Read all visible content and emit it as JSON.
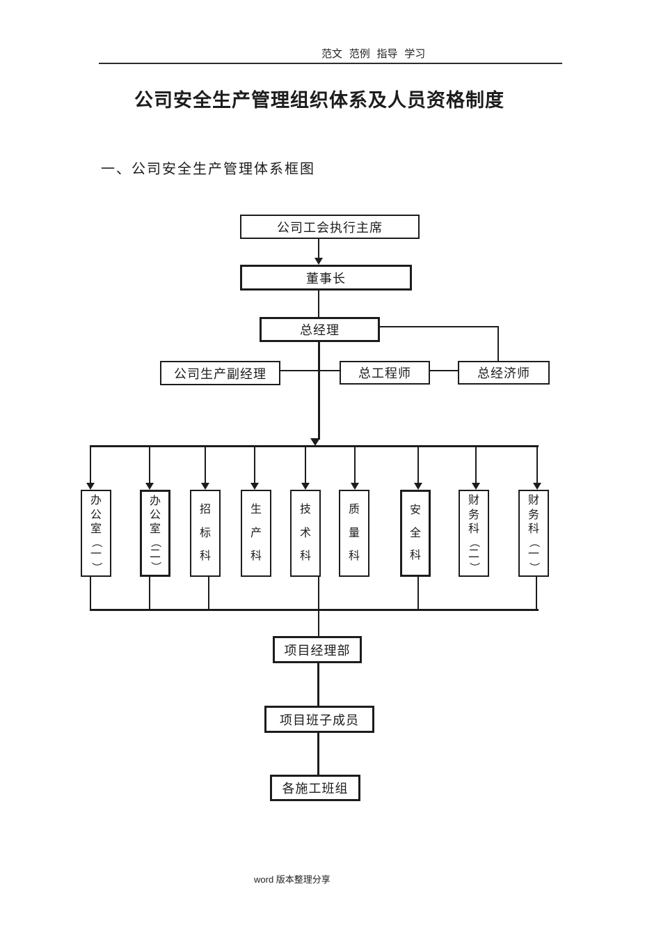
{
  "document": {
    "header": {
      "text": "范文 范例 指导 学习"
    },
    "title": "公司安全生产管理组织体系及人员资格制度",
    "section_heading": "一、公司安全生产管理体系框图",
    "footer": {
      "text": "word 版本整理分享"
    }
  },
  "org_chart": {
    "nodes": {
      "union_chairman": "公司工会执行主席",
      "board_chairman": "董事长",
      "general_manager": "总经理",
      "production_vice_manager": "公司生产副经理",
      "chief_engineer": "总工程师",
      "chief_economist": "总经济师",
      "project_manager_dept": "项目经理部",
      "project_team_members": "项目班子成员",
      "construction_crews": "各施工班组"
    },
    "departments": [
      "办公室（一）",
      "办公室（二）",
      "招标科",
      "生产科",
      "技术科",
      "质量科",
      "安全科",
      "财务科（二）",
      "财务科（一）"
    ],
    "edges": [
      {
        "from": "公司工会执行主席",
        "to": "董事长",
        "style": "arrow"
      },
      {
        "from": "董事长",
        "to": "总经理",
        "style": "line"
      },
      {
        "from": "总经理",
        "to": "总经济师",
        "style": "line"
      },
      {
        "from": "公司生产副经理",
        "to": "总工程师",
        "style": "line"
      },
      {
        "from": "总工程师",
        "to": "总经济师",
        "style": "line"
      },
      {
        "from": "总经理",
        "to": "各科室(9个)",
        "style": "arrow-fanout"
      },
      {
        "from": "各科室",
        "to": "项目经理部",
        "style": "line"
      },
      {
        "from": "项目经理部",
        "to": "项目班子成员",
        "style": "line"
      },
      {
        "from": "项目班子成员",
        "to": "各施工班组",
        "style": "line"
      }
    ],
    "colors": {
      "line": "#1c1c1c",
      "box_background": "#ffffff"
    }
  }
}
